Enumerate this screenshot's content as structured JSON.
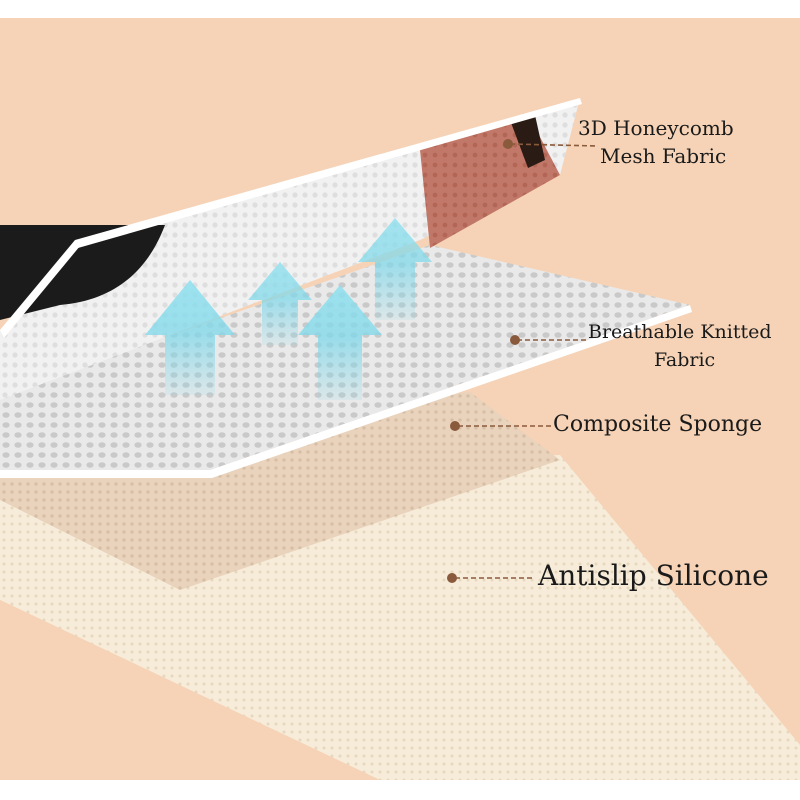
{
  "colors": {
    "background": "#f6d3b6",
    "mesh_white": "#f3f3f3",
    "mesh_gray": "#e4e4e4",
    "sponge": "#e8d1ba",
    "silicone": "#f5ebd7",
    "arrow": "#7fd8ea",
    "accent_red": "#c47b6b",
    "accent_black": "#1b1b1b",
    "pointer_dot": "#8a5a3c"
  },
  "layers": [
    {
      "id": "honeycomb",
      "label_line1": "3D Honeycomb",
      "label_line2": "Mesh Fabric"
    },
    {
      "id": "knitted",
      "label_line1": "Breathable Knitted",
      "label_line2": "Fabric"
    },
    {
      "id": "sponge",
      "label_line1": "Composite Sponge"
    },
    {
      "id": "silicone",
      "label_line1": "Antislip Silicone"
    }
  ],
  "icons": [
    "airflow-arrow-icon",
    "pointer-dot-icon"
  ],
  "airflow_arrows_count": 4
}
